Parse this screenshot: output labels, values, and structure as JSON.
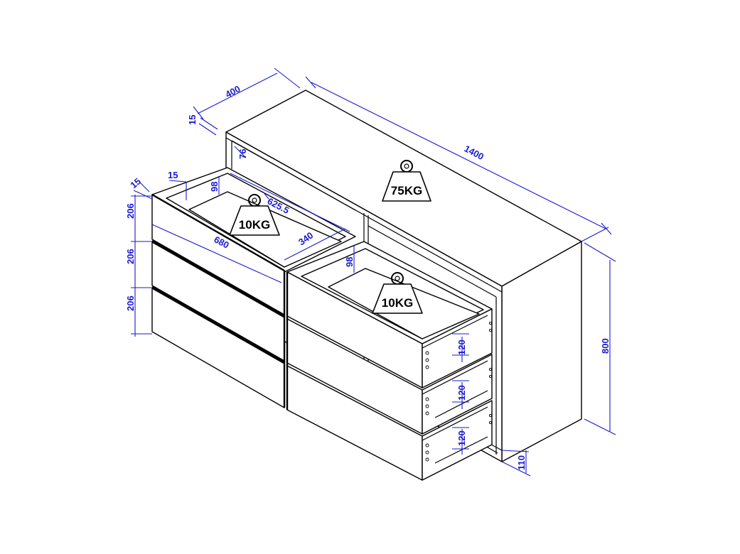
{
  "dimensions": {
    "width_top": "1400",
    "depth_top": "400",
    "panel_top": "15",
    "inner_top": "76",
    "drawer_side": "15",
    "drawer_panel": "15",
    "drawer_inner_h": "98",
    "drawer_depth": "625.5",
    "drawer_width": "340",
    "drawer_front_len": "680",
    "front_h1": "206",
    "front_h2": "206",
    "front_h3": "206",
    "right_drawer_inner_h": "98",
    "right_h1": "120",
    "right_h2": "120",
    "right_h3": "120",
    "overall_height": "800",
    "base_height": "110"
  },
  "loads": {
    "top": "75KG",
    "left_drawer": "10KG",
    "right_drawer": "10KG"
  }
}
